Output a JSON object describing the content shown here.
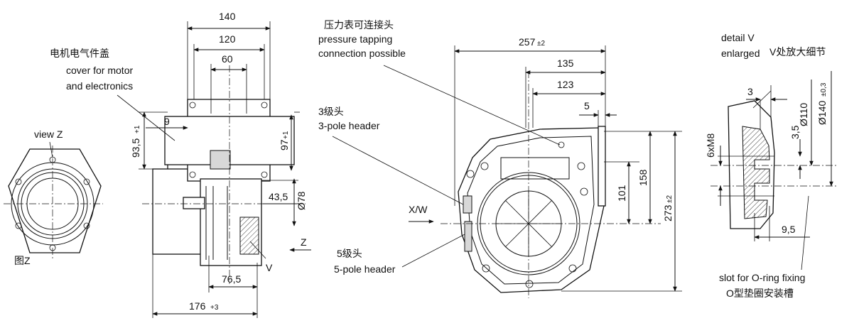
{
  "labels": {
    "cover_cn": "电机电气件盖",
    "cover_en_1": "cover for motor",
    "cover_en_2": "and electronics",
    "view_z": "view Z",
    "fig_z": "图Z",
    "pressure_cn": "压力表可连接头",
    "pressure_en_1": "pressure tapping",
    "pressure_en_2": "connection possible",
    "pole3_cn": "3级头",
    "pole3_en": "3-pole header",
    "pole5_cn": "5级头",
    "pole5_en": "5-pole header",
    "xw": "X/W",
    "z_arrow": "Z",
    "v_marker": "V",
    "detail_v_1": "detail V",
    "detail_v_2": "enlarged",
    "detail_cn": "V处放大细节",
    "oring_en": "slot for O-ring fixing",
    "oring_cn": "O型垫圈安装槽"
  },
  "dimensions": {
    "d140": "140",
    "d120": "120",
    "d60": "60",
    "d9": "9",
    "d93_5": "93,5",
    "d93_5_tol": "+1",
    "d97": "97",
    "d97_tol": "+1",
    "d43_5": "43,5",
    "d78": "Ø78",
    "d76_5": "76,5",
    "d176": "176",
    "d176_tol": "+3",
    "d257": "257",
    "d257_tol": "±2",
    "d135": "135",
    "d123": "123",
    "d5": "5",
    "d158": "158",
    "d101": "101",
    "d273": "273",
    "d273_tol": "±2",
    "d3": "3",
    "d110": "Ø110",
    "d140b": "Ø140",
    "d140b_tol": "±0,3",
    "d3_5": "3,5",
    "m8": "6xM8",
    "d9_5": "9,5"
  }
}
